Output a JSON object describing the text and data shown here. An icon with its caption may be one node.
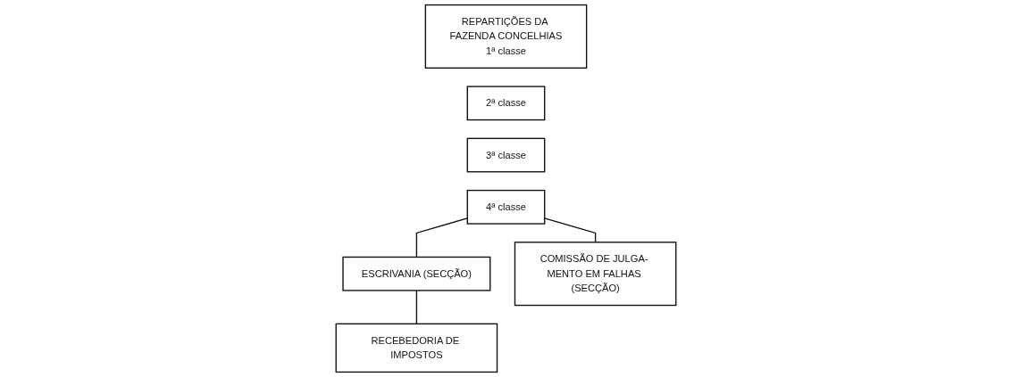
{
  "diagram": {
    "nodes": [
      {
        "text": [
          "REPARTIÇÕES DA FAZENDA CONCELHIAS",
          "1ª classe"
        ]
      },
      {
        "text": [
          "2ª classe"
        ]
      },
      {
        "text": [
          "3ª classe"
        ]
      },
      {
        "text": [
          "4ª classe"
        ]
      },
      {
        "text": [
          "ESCRIVANIA (SECÇÃO)"
        ]
      },
      {
        "text": [
          "COMISSÃO DE JULGA- MENTO EM FALHAS (SECÇÃO)"
        ]
      },
      {
        "text": [
          "RECEBEDORIA DE IMPOSTOS"
        ]
      }
    ],
    "edges": [
      {
        "from": 3,
        "to": 4,
        "arrow": "none"
      },
      {
        "from": 3,
        "to": 5,
        "arrow": "none"
      },
      {
        "from": 4,
        "to": 6,
        "arrow": "none"
      }
    ]
  }
}
